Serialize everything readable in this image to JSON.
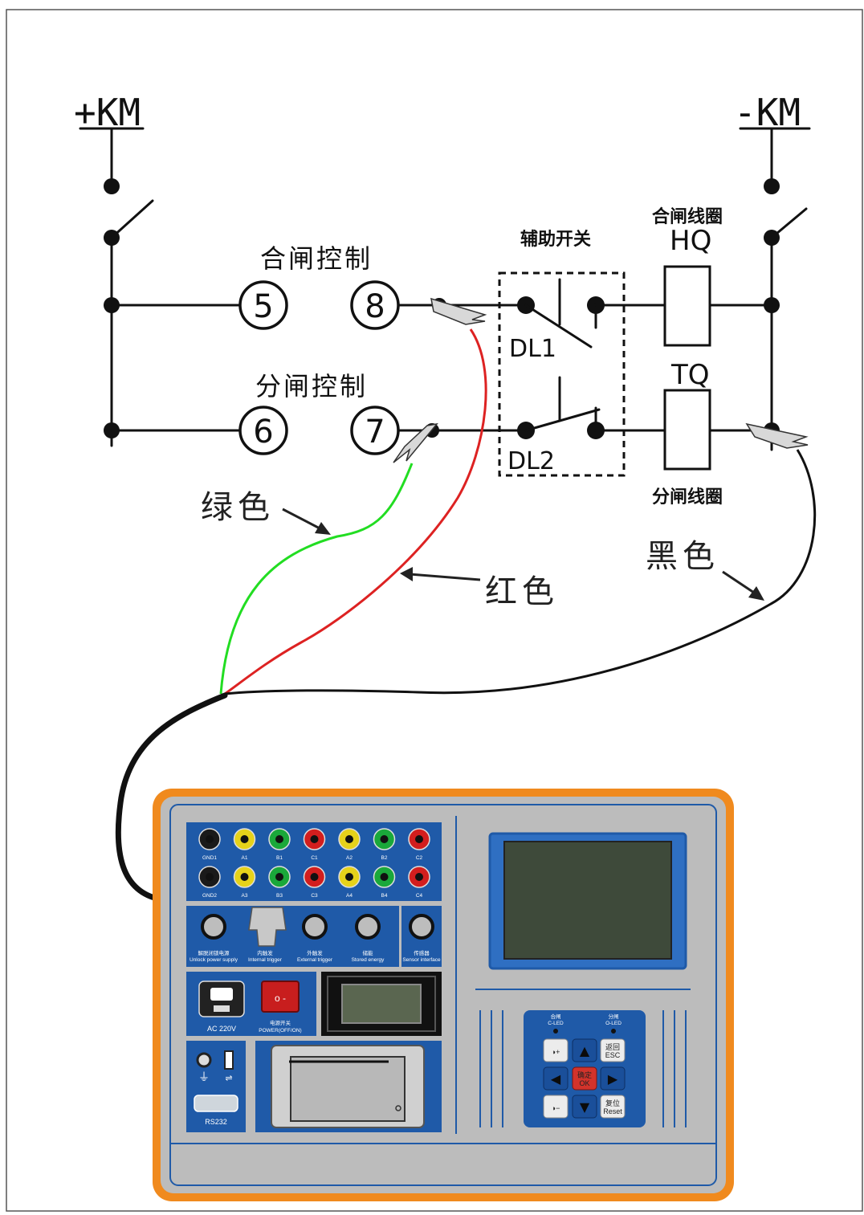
{
  "supply": {
    "positive": "+KM",
    "negative": "-KM"
  },
  "labels": {
    "close_control": "合闸控制",
    "trip_control": "分闸控制",
    "aux_switch": "辅助开关",
    "close_coil": "合闸线圈",
    "trip_coil": "分闸线圈",
    "hq": "HQ",
    "tq": "TQ",
    "dl1": "DL1",
    "dl2": "DL2"
  },
  "terminals": {
    "t5": "5",
    "t8": "8",
    "t6": "6",
    "t7": "7"
  },
  "wire_colors": {
    "green_label": "绿色",
    "red_label": "红色",
    "black_label": "黑色",
    "green": "#22dd22",
    "red": "#dd2222",
    "black": "#111111"
  },
  "device": {
    "colors": {
      "frame": "#f08a1e",
      "body": "#bcbcbc",
      "panel": "#1f5aa8",
      "screen": "#3e4a3a"
    },
    "jacks_row1": [
      "GND1",
      "A1",
      "B1",
      "C1",
      "A2",
      "B2",
      "C2"
    ],
    "jacks_row2": [
      "GND2",
      "A3",
      "B3",
      "C3",
      "A4",
      "B4",
      "C4"
    ],
    "ports": [
      {
        "cn": "解脱闭锁电源",
        "en": "Unlock power supply"
      },
      {
        "cn": "内触发",
        "en": "Internal trigger"
      },
      {
        "cn": "外触发",
        "en": "External trigger"
      },
      {
        "cn": "储能",
        "en": "Stored energy"
      },
      {
        "cn": "传感器",
        "en": "Sensor interface"
      }
    ],
    "ac_label": "AC 220V",
    "power_cn": "电源开关",
    "power_en": "POWER(OFF/ON)",
    "rs232": "RS232",
    "led_close_cn": "合闸",
    "led_close_en": "C-LED",
    "led_trip_cn": "分闸",
    "led_trip_en": "O-LED",
    "keys": {
      "esc_cn": "返回",
      "esc_en": "ESC",
      "ok_cn": "确定",
      "ok_en": "OK",
      "reset_cn": "复位",
      "reset_en": "Reset"
    }
  }
}
